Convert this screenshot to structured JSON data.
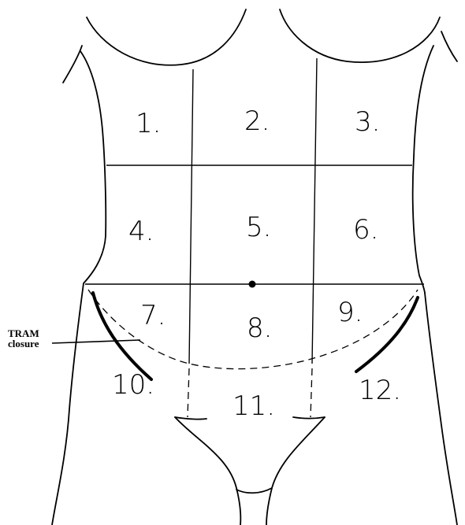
{
  "regions": [
    {
      "id": "r1",
      "label": "1."
    },
    {
      "id": "r2",
      "label": "2."
    },
    {
      "id": "r3",
      "label": "3."
    },
    {
      "id": "r4",
      "label": "4."
    },
    {
      "id": "r5",
      "label": "5."
    },
    {
      "id": "r6",
      "label": "6."
    },
    {
      "id": "r7",
      "label": "7."
    },
    {
      "id": "r8",
      "label": "8."
    },
    {
      "id": "r9",
      "label": "9."
    },
    {
      "id": "r10",
      "label": "10."
    },
    {
      "id": "r11",
      "label": "11."
    },
    {
      "id": "r12",
      "label": "12."
    }
  ],
  "annotation": {
    "line1": "TRAM",
    "line2": "closure"
  }
}
